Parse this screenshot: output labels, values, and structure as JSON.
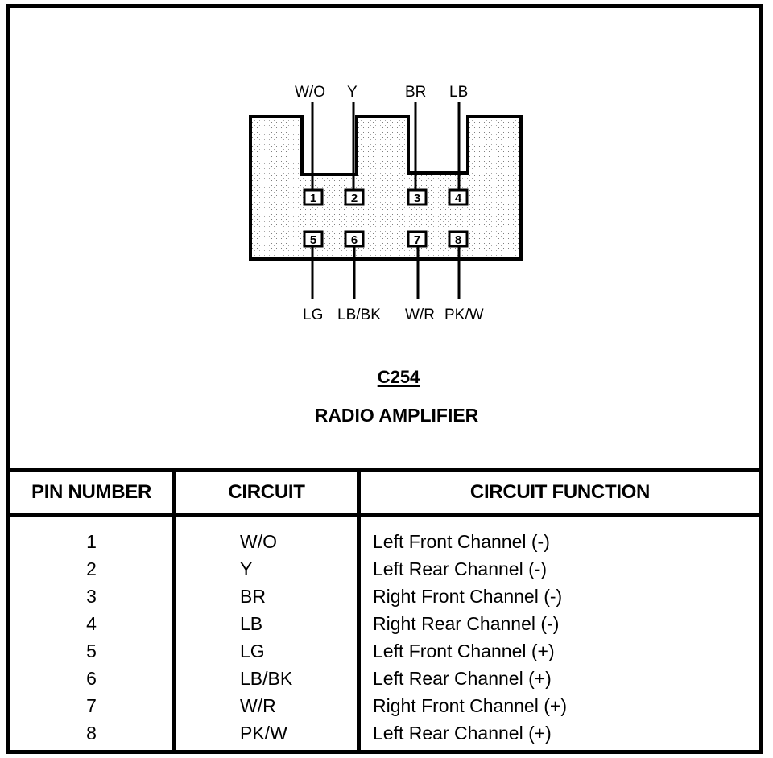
{
  "connector": {
    "id": "C254",
    "title": "RADIO AMPLIFIER",
    "top_wires": [
      {
        "pin": "1",
        "color": "W/O"
      },
      {
        "pin": "2",
        "color": "Y"
      },
      {
        "pin": "3",
        "color": "BR"
      },
      {
        "pin": "4",
        "color": "LB"
      }
    ],
    "bottom_wires": [
      {
        "pin": "5",
        "color": "LG"
      },
      {
        "pin": "6",
        "color": "LB/BK"
      },
      {
        "pin": "7",
        "color": "W/R"
      },
      {
        "pin": "8",
        "color": "PK/W"
      }
    ]
  },
  "table": {
    "headers": [
      "PIN NUMBER",
      "CIRCUIT",
      "CIRCUIT FUNCTION"
    ],
    "rows": [
      {
        "pin": "1",
        "circuit": "W/O",
        "function": "Left Front Channel (-)"
      },
      {
        "pin": "2",
        "circuit": "Y",
        "function": "Left Rear Channel (-)"
      },
      {
        "pin": "3",
        "circuit": "BR",
        "function": "Right Front Channel (-)"
      },
      {
        "pin": "4",
        "circuit": "LB",
        "function": "Right Rear Channel (-)"
      },
      {
        "pin": "5",
        "circuit": "LG",
        "function": "Left Front Channel (+)"
      },
      {
        "pin": "6",
        "circuit": "LB/BK",
        "function": "Left Rear Channel (+)"
      },
      {
        "pin": "7",
        "circuit": "W/R",
        "function": "Right Front Channel (+)"
      },
      {
        "pin": "8",
        "circuit": "PK/W",
        "function": "Left Rear Channel (+)"
      }
    ]
  }
}
